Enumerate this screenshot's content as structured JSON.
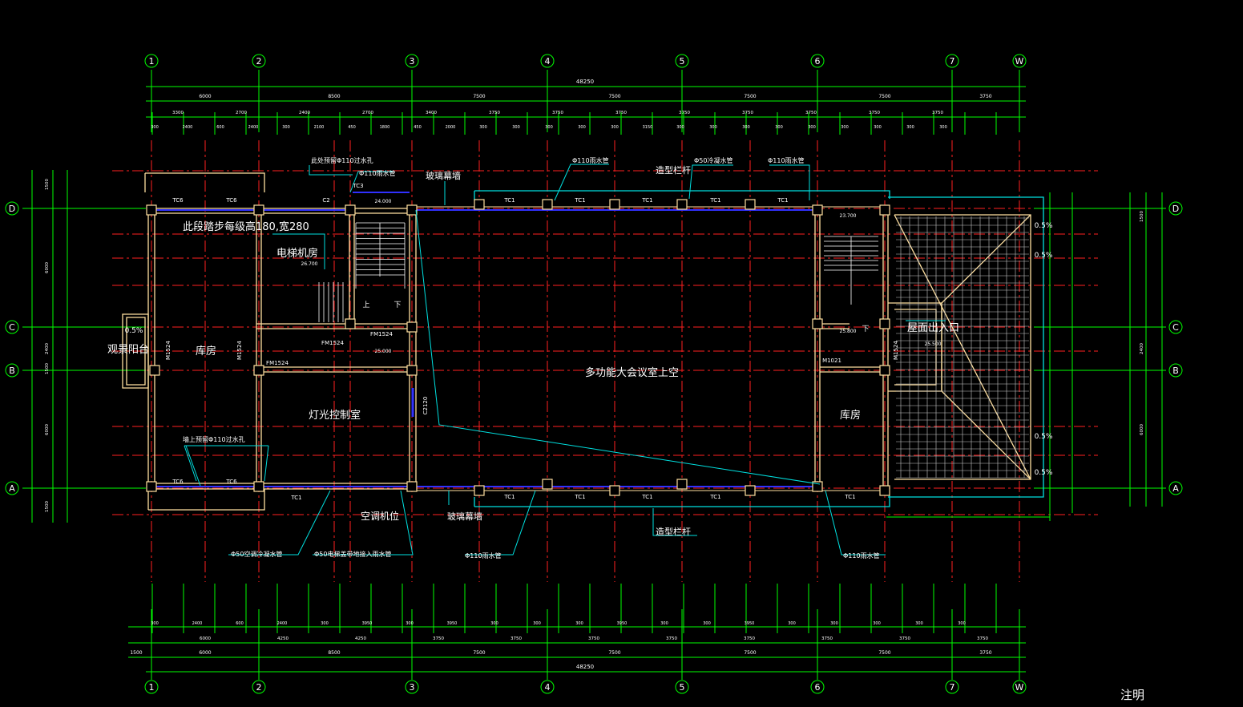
{
  "axes": {
    "columns": [
      "1",
      "2",
      "3",
      "4",
      "5",
      "6",
      "7",
      "W"
    ],
    "rows": [
      "D",
      "C",
      "B",
      "A"
    ]
  },
  "dims": {
    "top_total": "48250",
    "top_row1": [
      "6000",
      "8500",
      "7500",
      "7500",
      "7500",
      "7500",
      "3750"
    ],
    "top_row2": [
      "3300",
      "2700",
      "2400",
      "2700",
      "3400",
      "3750",
      "3750",
      "3750",
      "3750",
      "3750",
      "3750",
      "3750",
      "3750"
    ],
    "top_row3": [
      "300",
      "2400",
      "600",
      "2400",
      "300",
      "2100",
      "450",
      "1800",
      "450",
      "2000",
      "300",
      "300",
      "300",
      "300",
      "300",
      "3150",
      "300",
      "300",
      "300",
      "300",
      "300",
      "300",
      "300",
      "300",
      "300"
    ],
    "bottom_row1": [
      "300",
      "2400",
      "600",
      "2400",
      "300",
      "3950",
      "300",
      "3950",
      "300",
      "300",
      "300",
      "3950",
      "300",
      "300",
      "3950",
      "300",
      "300",
      "300",
      "300",
      "300"
    ],
    "bottom_row2": [
      "6000",
      "4250",
      "4250",
      "3750",
      "3750",
      "3750",
      "3750",
      "3750",
      "3750",
      "3750",
      "3750"
    ],
    "bottom_row3": [
      "1500",
      "6000",
      "8500",
      "7500",
      "7500",
      "7500",
      "7500",
      "3750"
    ],
    "bottom_total": "48250",
    "left_vertical": [
      "1500",
      "6000",
      "2400",
      "1500",
      "6000",
      "1500"
    ],
    "right_vertical": [
      "1500",
      "2400",
      "6000"
    ]
  },
  "rooms": {
    "multi": "多功能大会议室上空",
    "storage_left": "库房",
    "storage_right": "库房",
    "elevator": "电梯机房",
    "lighting": "灯光控制室",
    "balcony": "观景阳台",
    "roof_exit": "屋面出入口",
    "ac": "空调机位"
  },
  "labels": {
    "glass_top": "玻璃幕墙",
    "glass_bottom": "玻璃幕墙",
    "railing_top": "造型栏杆",
    "railing_bottom": "造型栏杆",
    "pipe110_top1": "Φ110雨水管",
    "pipe110_top2": "Φ110雨水管",
    "pipe110_bottom1": "Φ110雨水管",
    "pipe110_bottom2": "Φ110雨水管",
    "pipe50_top": "Φ50冷凝水管",
    "pipe50_ac": "Φ50空调冷凝水管",
    "pipe50_ac2": "Φ50电梯盖带地接入雨水管",
    "hole_top1": "此处预留Φ110过水孔",
    "hole_top2": "Φ110雨水管",
    "hole_bottom": "墙上预留Φ110过水孔",
    "step_note": "此段踏步每级高180,宽280",
    "note": "注明"
  },
  "doors": [
    "M1524",
    "M1524",
    "FM1524",
    "FM1524",
    "FM1524",
    "M1021",
    "M1524",
    "C2120"
  ],
  "windows": [
    "TC6",
    "TC6",
    "TC3",
    "C2",
    "TC1",
    "TC1",
    "TC1",
    "TC1",
    "TC1",
    "TC6",
    "TC6",
    "TC1",
    "TC1",
    "TC1",
    "TC1",
    "TC1",
    "TC1"
  ],
  "elevations": [
    "24.000",
    "26.700",
    "25.000",
    "23.700",
    "25.800",
    "25.500"
  ],
  "slopes": [
    "0.5%",
    "0.5%",
    "0.5%",
    "0.5%",
    "0.5%"
  ],
  "stair_marks": [
    "上",
    "下",
    "下"
  ],
  "colors": {
    "background": "#000000",
    "grid": "#ff2020",
    "dim": "#00ff00",
    "wall": "#ffe0a0",
    "window": "#4040ff",
    "text": "#ffffff",
    "leader": "#00e0e0",
    "column": "#ffe0a0"
  }
}
